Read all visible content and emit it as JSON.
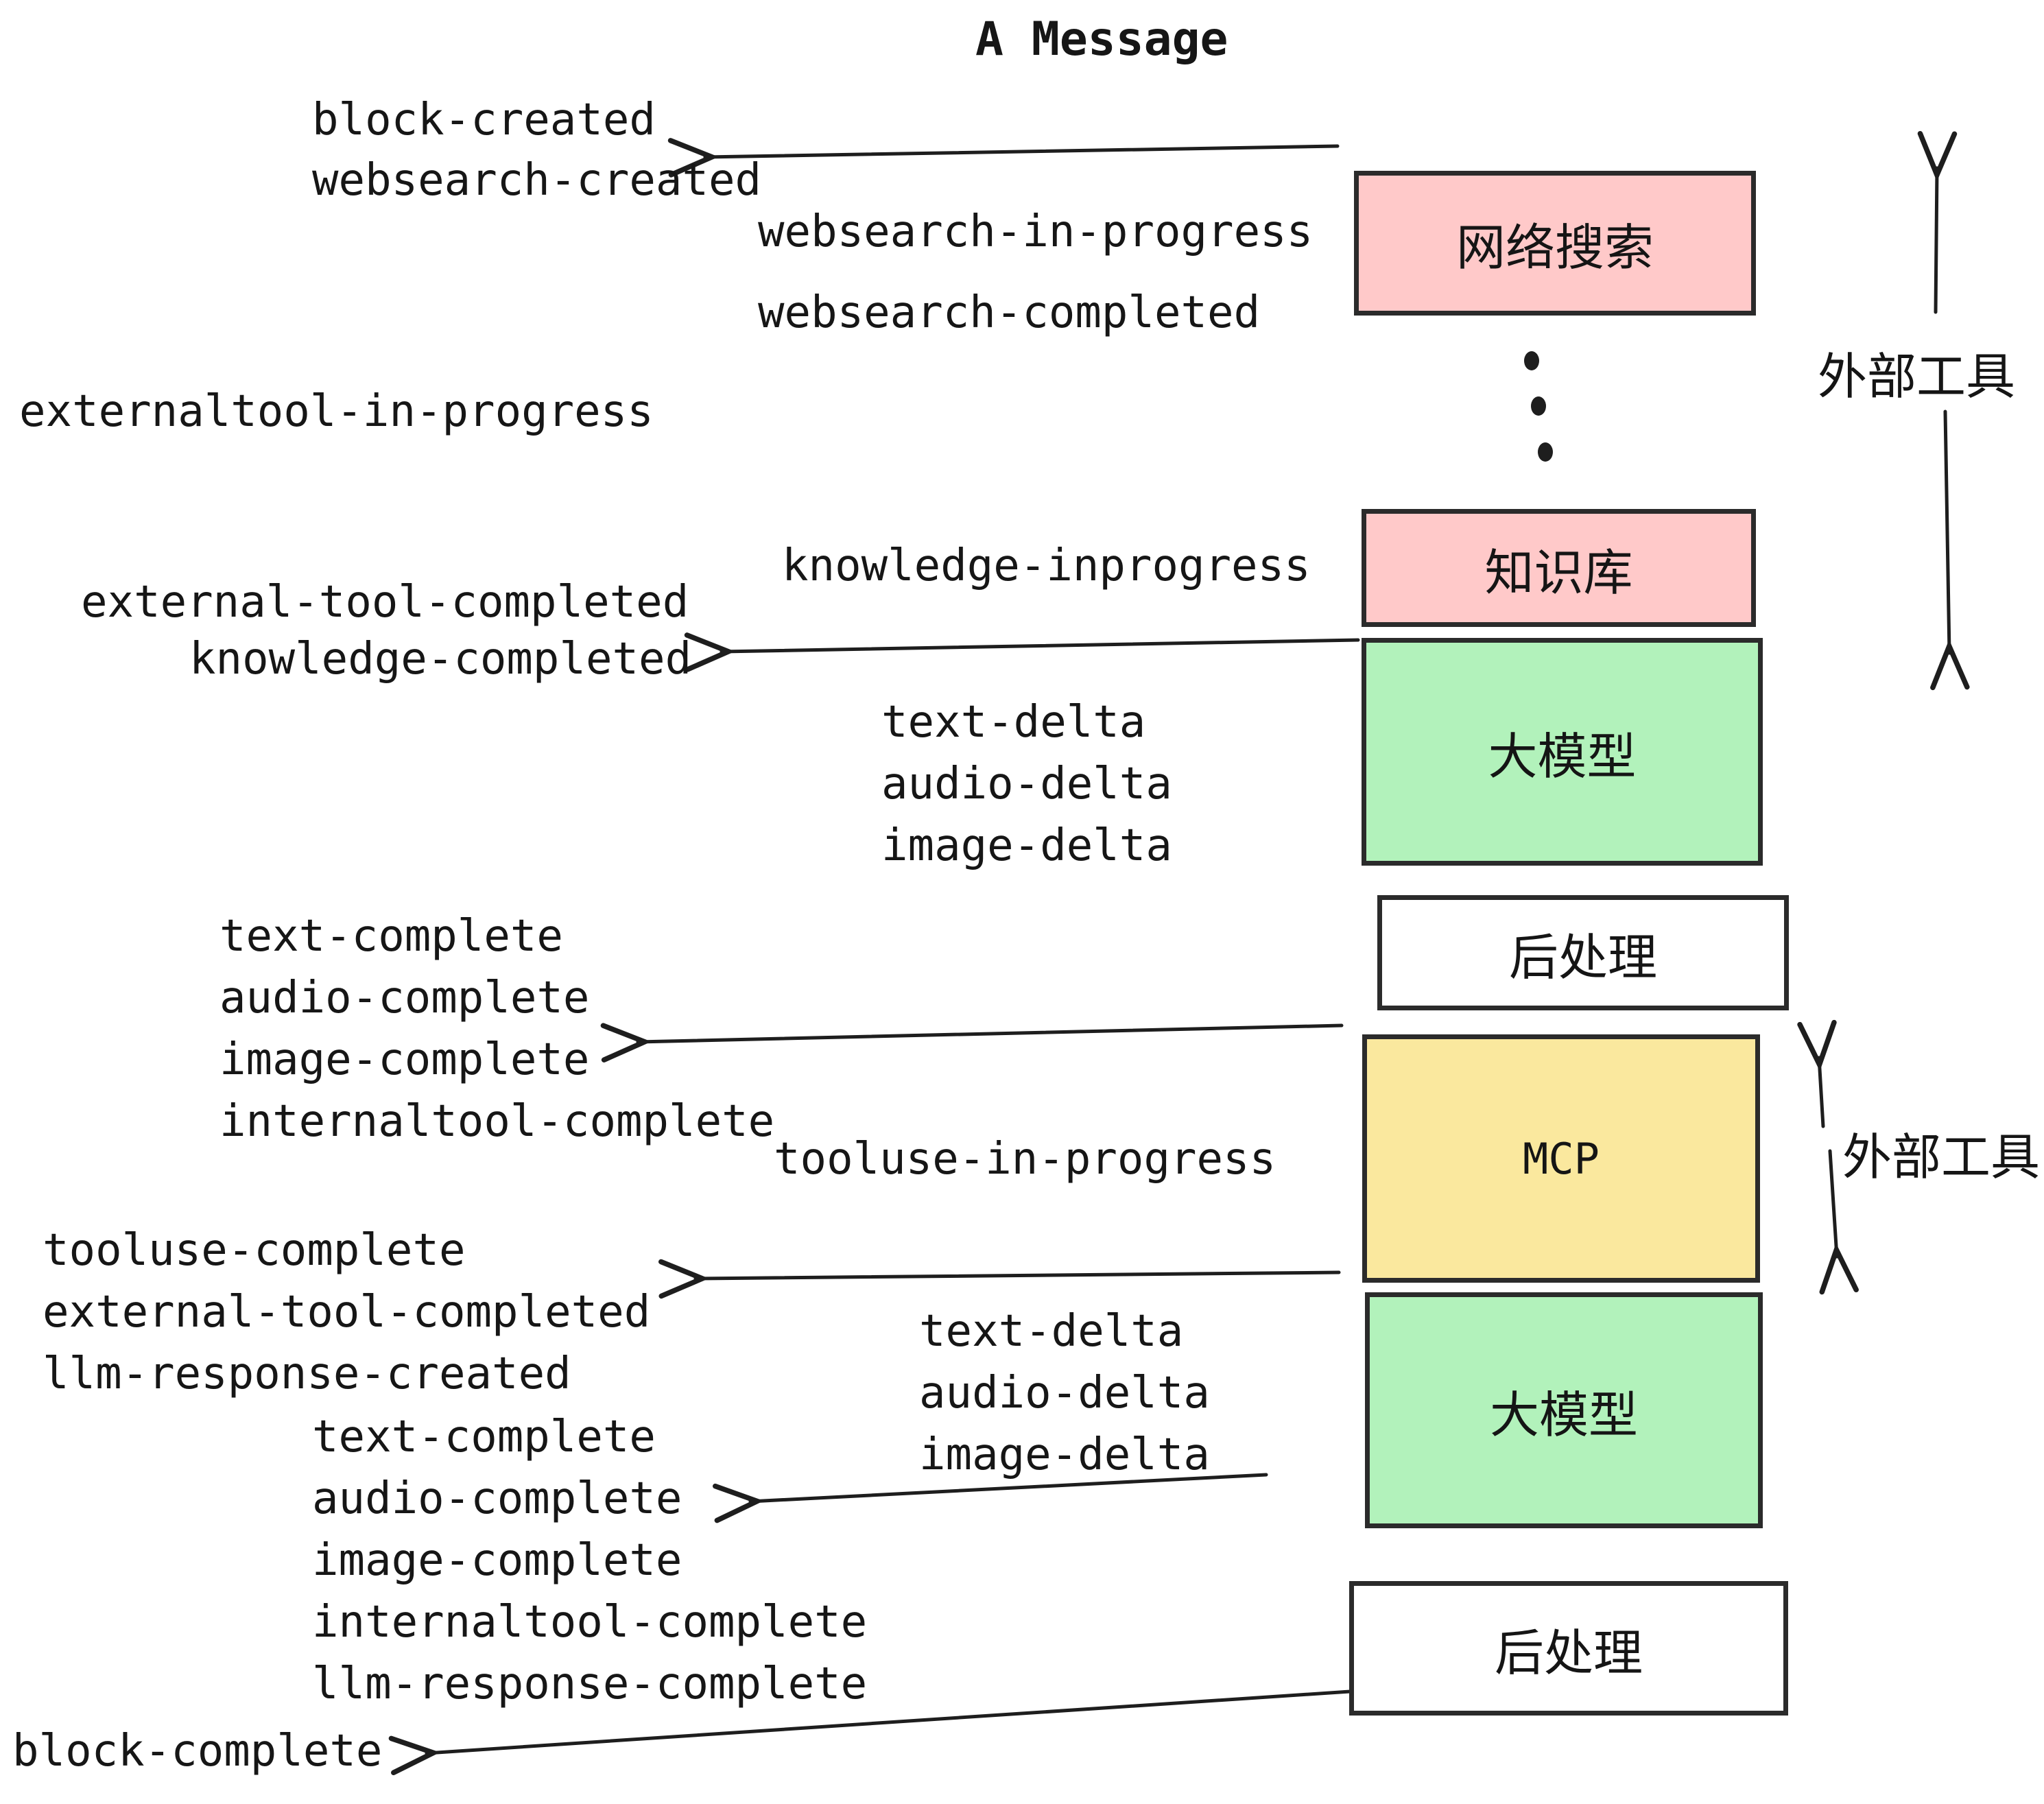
{
  "title": "A Message",
  "colors": {
    "pink": "#ffc9c9",
    "green": "#b2f2bb",
    "yellow": "#fae89e",
    "stroke": "#2b2b2b",
    "arrow": "#1e1e1e",
    "text": "#161616",
    "background": "#ffffff"
  },
  "boxes": {
    "websearch": "网络搜索",
    "knowledge": "知识库",
    "llm1": "大模型",
    "post1": "后处理",
    "mcp": "MCP",
    "llm2": "大模型",
    "post2": "后处理"
  },
  "side_labels": {
    "external_tool_top": "外部工具",
    "external_tool_mcp": "外部工具"
  },
  "events": {
    "block_created": "block-created",
    "websearch_created": "websearch-created",
    "websearch_in_progress": "websearch-in-progress",
    "websearch_completed": "websearch-completed",
    "externaltool_in_progress": "externaltool-in-progress",
    "knowledge_inprogress": "knowledge-inprogress",
    "external_tool_completed_1": "external-tool-completed",
    "knowledge_completed": "knowledge-completed",
    "text_delta_1": "text-delta",
    "audio_delta_1": "audio-delta",
    "image_delta_1": "image-delta",
    "text_complete_1": "text-complete",
    "audio_complete_1": "audio-complete",
    "image_complete_1": "image-complete",
    "internaltool_complete_1": "internaltool-complete",
    "tooluse_in_progress": "tooluse-in-progress",
    "tooluse_complete": "tooluse-complete",
    "external_tool_completed_2": "external-tool-completed",
    "llm_response_created": "llm-response-created",
    "text_delta_2": "text-delta",
    "audio_delta_2": "audio-delta",
    "image_delta_2": "image-delta",
    "text_complete_2": "text-complete",
    "audio_complete_2": "audio-complete",
    "image_complete_2": "image-complete",
    "internaltool_complete_2": "internaltool-complete",
    "llm_response_complete": "llm-response-complete",
    "block_complete": "block-complete"
  }
}
